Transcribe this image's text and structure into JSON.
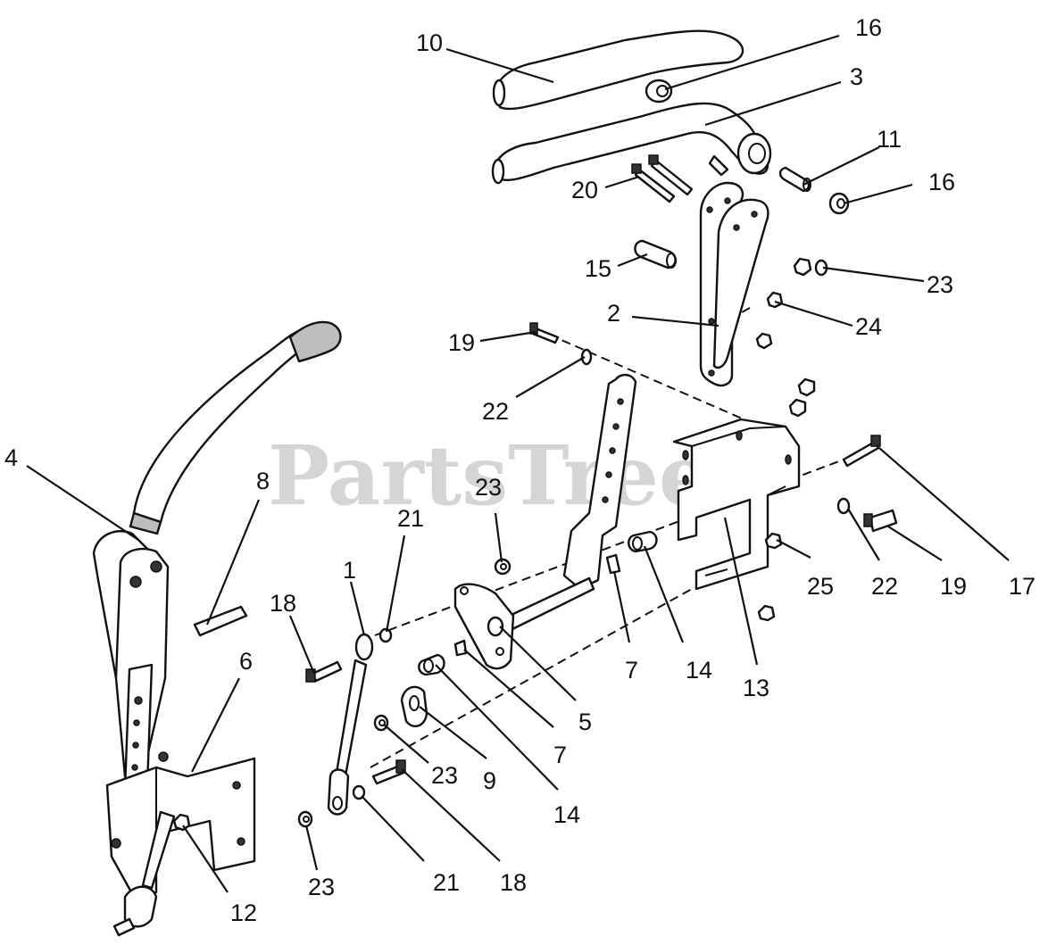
{
  "watermark": {
    "text": "PartsTree",
    "tm": "™"
  },
  "callouts": [
    {
      "id": "c10",
      "text": "10"
    },
    {
      "id": "c16a",
      "text": "16"
    },
    {
      "id": "c3",
      "text": "3"
    },
    {
      "id": "c11",
      "text": "11"
    },
    {
      "id": "c20",
      "text": "20"
    },
    {
      "id": "c16b",
      "text": "16"
    },
    {
      "id": "c15",
      "text": "15"
    },
    {
      "id": "c23a",
      "text": "23"
    },
    {
      "id": "c2",
      "text": "2"
    },
    {
      "id": "c24",
      "text": "24"
    },
    {
      "id": "c19a",
      "text": "19"
    },
    {
      "id": "c22a",
      "text": "22"
    },
    {
      "id": "c4",
      "text": "4"
    },
    {
      "id": "c8",
      "text": "8"
    },
    {
      "id": "c23b",
      "text": "23"
    },
    {
      "id": "c21a",
      "text": "21"
    },
    {
      "id": "c1",
      "text": "1"
    },
    {
      "id": "c18a",
      "text": "18"
    },
    {
      "id": "c6",
      "text": "6"
    },
    {
      "id": "c7a",
      "text": "7"
    },
    {
      "id": "c14a",
      "text": "14"
    },
    {
      "id": "c13",
      "text": "13"
    },
    {
      "id": "c25",
      "text": "25"
    },
    {
      "id": "c22b",
      "text": "22"
    },
    {
      "id": "c19b",
      "text": "19"
    },
    {
      "id": "c17",
      "text": "17"
    },
    {
      "id": "c5",
      "text": "5"
    },
    {
      "id": "c7b",
      "text": "7"
    },
    {
      "id": "c23c",
      "text": "23"
    },
    {
      "id": "c9",
      "text": "9"
    },
    {
      "id": "c14b",
      "text": "14"
    },
    {
      "id": "c23d",
      "text": "23"
    },
    {
      "id": "c21b",
      "text": "21"
    },
    {
      "id": "c18b",
      "text": "18"
    },
    {
      "id": "c12",
      "text": "12"
    }
  ]
}
